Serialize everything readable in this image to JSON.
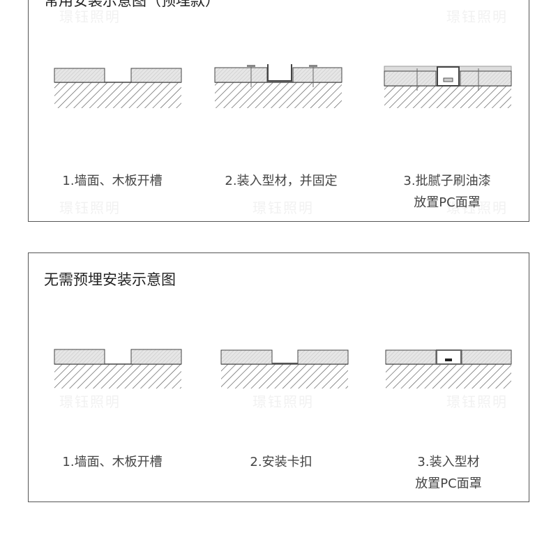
{
  "watermark": "璟钰照明",
  "panel1": {
    "title": "常用安装示意图（预埋款）",
    "steps": [
      {
        "line1": "1.墙面、木板开槽",
        "line2": ""
      },
      {
        "line1": "2.装入型材，并固定",
        "line2": ""
      },
      {
        "line1": "3.批腻子刷油漆",
        "line2": "放置PC面罩"
      }
    ]
  },
  "panel2": {
    "title": "无需预埋安装示意图",
    "steps": [
      {
        "line1": "1.墙面、木板开槽",
        "line2": ""
      },
      {
        "line1": "2.安装卡扣",
        "line2": ""
      },
      {
        "line1": "3.装入型材",
        "line2": "放置PC面罩"
      }
    ]
  },
  "colors": {
    "border": "#555555",
    "board_fill": "#e4e4e4",
    "hatch": "#555555"
  }
}
